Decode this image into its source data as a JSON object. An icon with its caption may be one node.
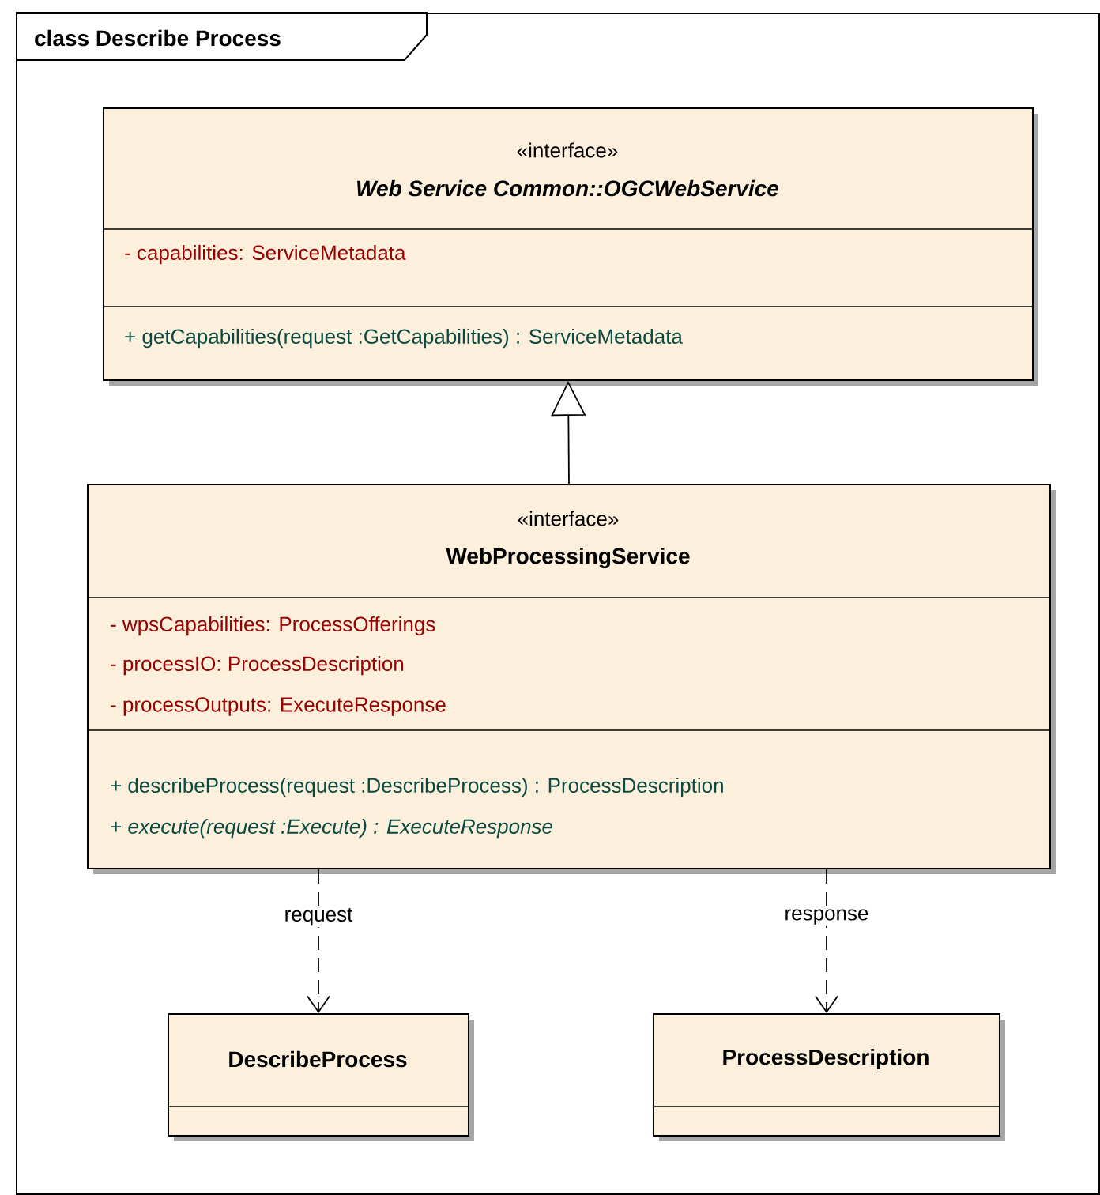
{
  "diagram": {
    "nodes": [
      {
        "text": [
          "class Describe Process"
        ]
      },
      {
        "text": [
          "«interface»",
          "*Web Service Common::OGCWebService*",
          "- capabilities: ServiceMetadata",
          "+ getCapabilities(request :GetCapabilities) : ServiceMetadata"
        ],
        "in": 0
      },
      {
        "text": [
          "«interface»",
          "WebProcessingService",
          "- wpsCapabilities: ProcessOfferings",
          "- processIO: ProcessDescription",
          "- processOutputs: ExecuteResponse",
          "+ describeProcess(request :DescribeProcess) : ProcessDescription",
          "+ *execute(request :Execute) : ExecuteResponse*"
        ],
        "in": 0
      },
      {
        "text": [
          "DescribeProcess"
        ],
        "in": 0
      },
      {
        "text": [
          "ProcessDescription"
        ],
        "in": 0
      }
    ],
    "edges": [
      {
        "from": 2,
        "to": 1,
        "arrow": "to"
      },
      {
        "from": 2,
        "to": 3,
        "arrow": "to",
        "style": "dashed",
        "label": "request"
      },
      {
        "from": 2,
        "to": 4,
        "arrow": "to",
        "style": "dashed",
        "label": "response"
      }
    ]
  }
}
